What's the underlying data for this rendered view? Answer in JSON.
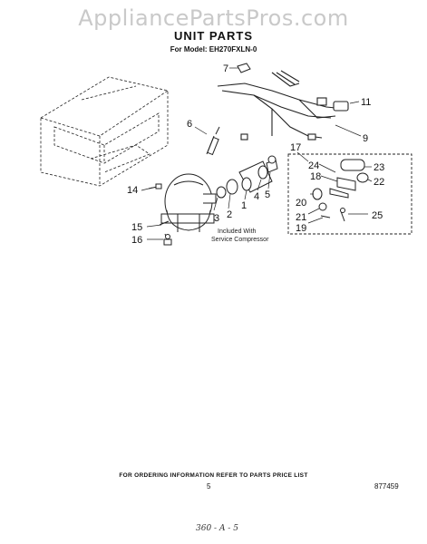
{
  "watermark": "AppliancePartsPros.com",
  "header": {
    "title": "UNIT PARTS",
    "model_line": "For Model: EH270FXLN-0"
  },
  "callouts": {
    "c1": "1",
    "c2": "2",
    "c3": "3",
    "c4": "4",
    "c5": "5",
    "c6": "6",
    "c7": "7",
    "c9": "9",
    "c11": "11",
    "c14": "14",
    "c15": "15",
    "c16": "16",
    "c17": "17",
    "c18": "18",
    "c19": "19",
    "c20": "20",
    "c21": "21",
    "c22": "22",
    "c23": "23",
    "c24": "24",
    "c25": "25"
  },
  "compressor_note": {
    "line1": "Included With",
    "line2": "Service Compressor"
  },
  "footer": {
    "ordering_info": "FOR ORDERING INFORMATION REFER TO PARTS PRICE LIST",
    "page_number": "5",
    "document_number": "877459",
    "handwritten_note": "360 - A - 5"
  }
}
